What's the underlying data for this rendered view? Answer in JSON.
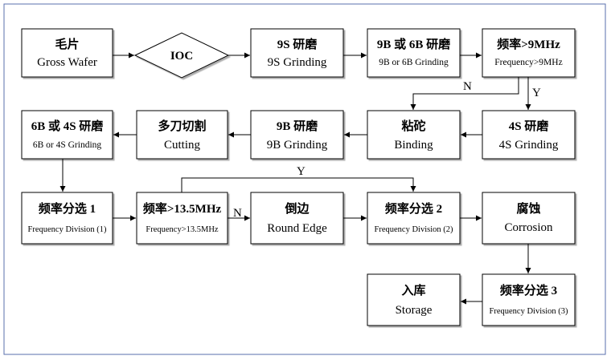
{
  "nodes": {
    "gross_wafer": {
      "cn": "毛片",
      "en": "Gross Wafer"
    },
    "ioc": {
      "label": "IOC"
    },
    "grind_9s": {
      "cn": "9S 研磨",
      "en": "9S Grinding"
    },
    "grind_9b6b": {
      "cn": "9B 或 6B 研磨",
      "en": "9B or 6B Grinding"
    },
    "freq_9mhz": {
      "cn": "频率>9MHz",
      "en": "Frequency>9MHz"
    },
    "grind_4s": {
      "cn": "4S 研磨",
      "en": "4S Grinding"
    },
    "binding": {
      "cn": "粘砣",
      "en": "Binding"
    },
    "grind_9b": {
      "cn": "9B 研磨",
      "en": "9B Grinding"
    },
    "cutting": {
      "cn": "多刀切割",
      "en": "Cutting"
    },
    "grind_6b4s": {
      "cn": "6B 或 4S 研磨",
      "en": "6B or 4S Grinding"
    },
    "freq_div1": {
      "cn": "频率分选 1",
      "en": "Frequency Division (1)"
    },
    "freq_135": {
      "cn": "频率>13.5MHz",
      "en": "Frequency>13.5MHz"
    },
    "round_edge": {
      "cn": "倒边",
      "en": "Round Edge"
    },
    "freq_div2": {
      "cn": "频率分选 2",
      "en": "Frequency Division (2)"
    },
    "corrosion": {
      "cn": "腐蚀",
      "en": "Corrosion"
    },
    "freq_div3": {
      "cn": "频率分选 3",
      "en": "Frequency Division (3)"
    },
    "storage": {
      "cn": "入库",
      "en": "Storage"
    }
  },
  "edge_labels": {
    "freq9_no": "N",
    "freq9_yes": "Y",
    "freq135_yes": "Y",
    "freq135_no": "N"
  }
}
